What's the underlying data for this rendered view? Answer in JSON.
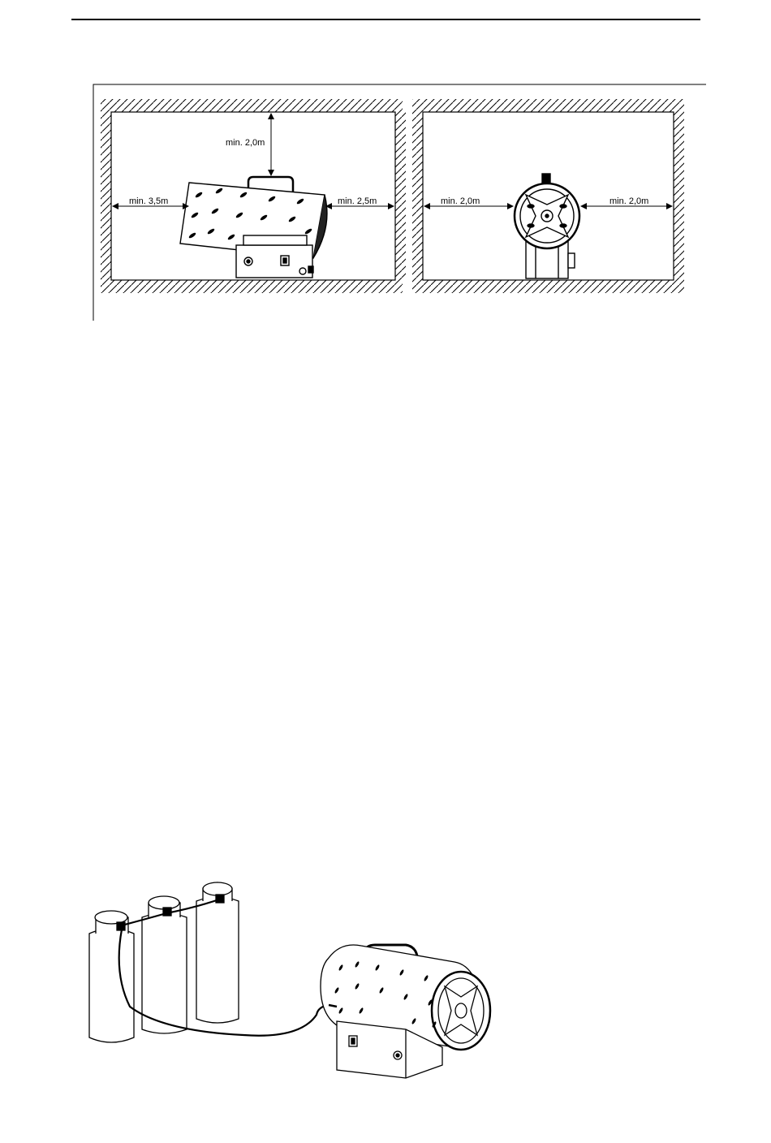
{
  "figure_top": {
    "left_panel": {
      "label_top": "min. 2,0m",
      "label_left": "min. 3,5m",
      "label_right": "min. 2,5m"
    },
    "right_panel": {
      "label_left": "min. 2,0m",
      "label_right": "min. 2,0m"
    }
  },
  "figure_bottom": {}
}
